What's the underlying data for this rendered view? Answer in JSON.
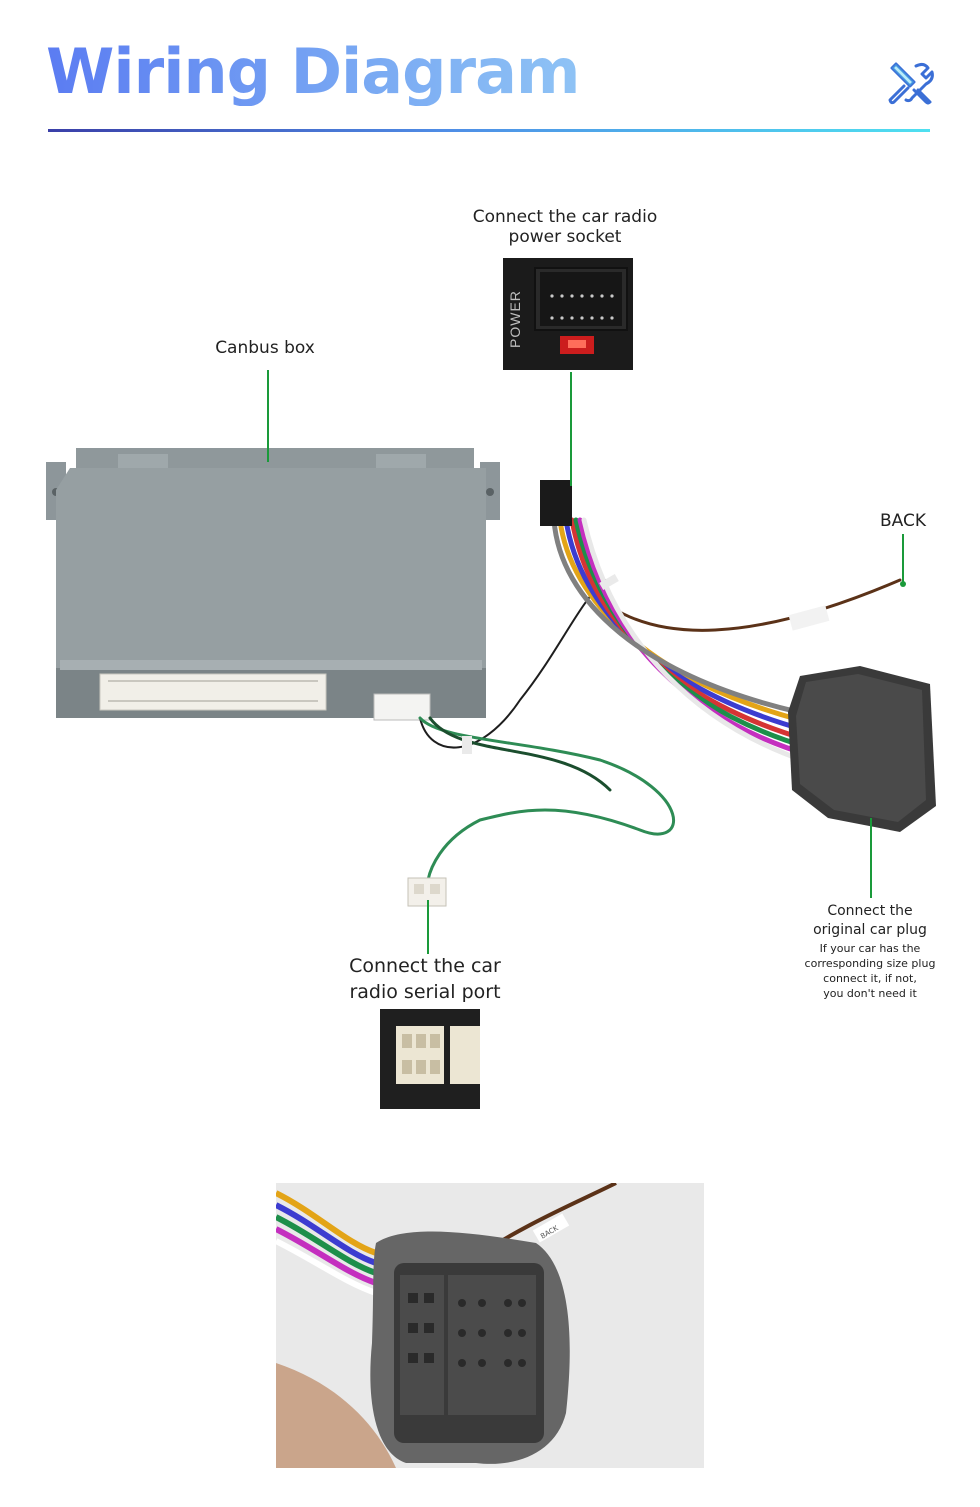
{
  "header": {
    "title": "Wiring Diagram",
    "icon": "tools-icon"
  },
  "labels": {
    "power_socket": "Connect the car radio\npower socket",
    "canbus_box": "Canbus box",
    "back": "BACK",
    "serial_port": "Connect the car\nradio  serial port",
    "original_plug": "Connect the\noriginal car plug",
    "original_plug_note": "If your car has the\ncorresponding size plug\nconnect it, if not,\nyou don't need it"
  },
  "photo_text": {
    "power_side_label": "POWER",
    "back_tag": "BACK"
  },
  "colors": {
    "title_gradient_start": "#5b7cf2",
    "rule_start": "#3a3fa8",
    "rule_end": "#4fe0f0",
    "leader_line": "#1a9a3a",
    "box_gray": "#8a9396"
  }
}
